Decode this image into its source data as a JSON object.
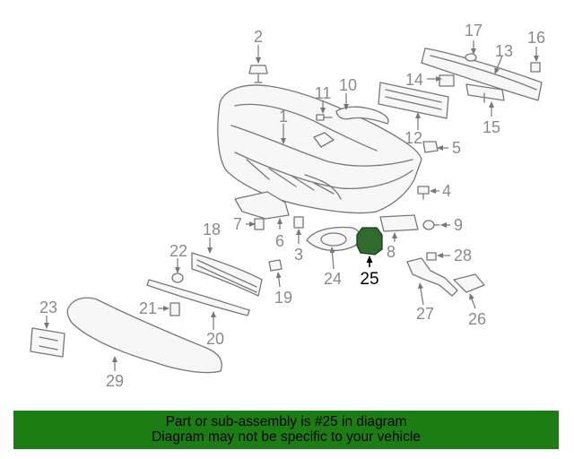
{
  "diagram": {
    "callouts": [
      "1",
      "2",
      "3",
      "4",
      "5",
      "6",
      "7",
      "8",
      "9",
      "10",
      "11",
      "12",
      "13",
      "14",
      "15",
      "16",
      "17",
      "18",
      "19",
      "20",
      "21",
      "22",
      "23",
      "24",
      "25",
      "26",
      "27",
      "28",
      "29"
    ],
    "highlighted": "25",
    "highlight_color": "#2e6b2c"
  },
  "footer": {
    "line1": "Part or sub-assembly is #25 in diagram",
    "line2": "Diagram may not be specific to your vehicle",
    "background": "#1c7d14"
  }
}
